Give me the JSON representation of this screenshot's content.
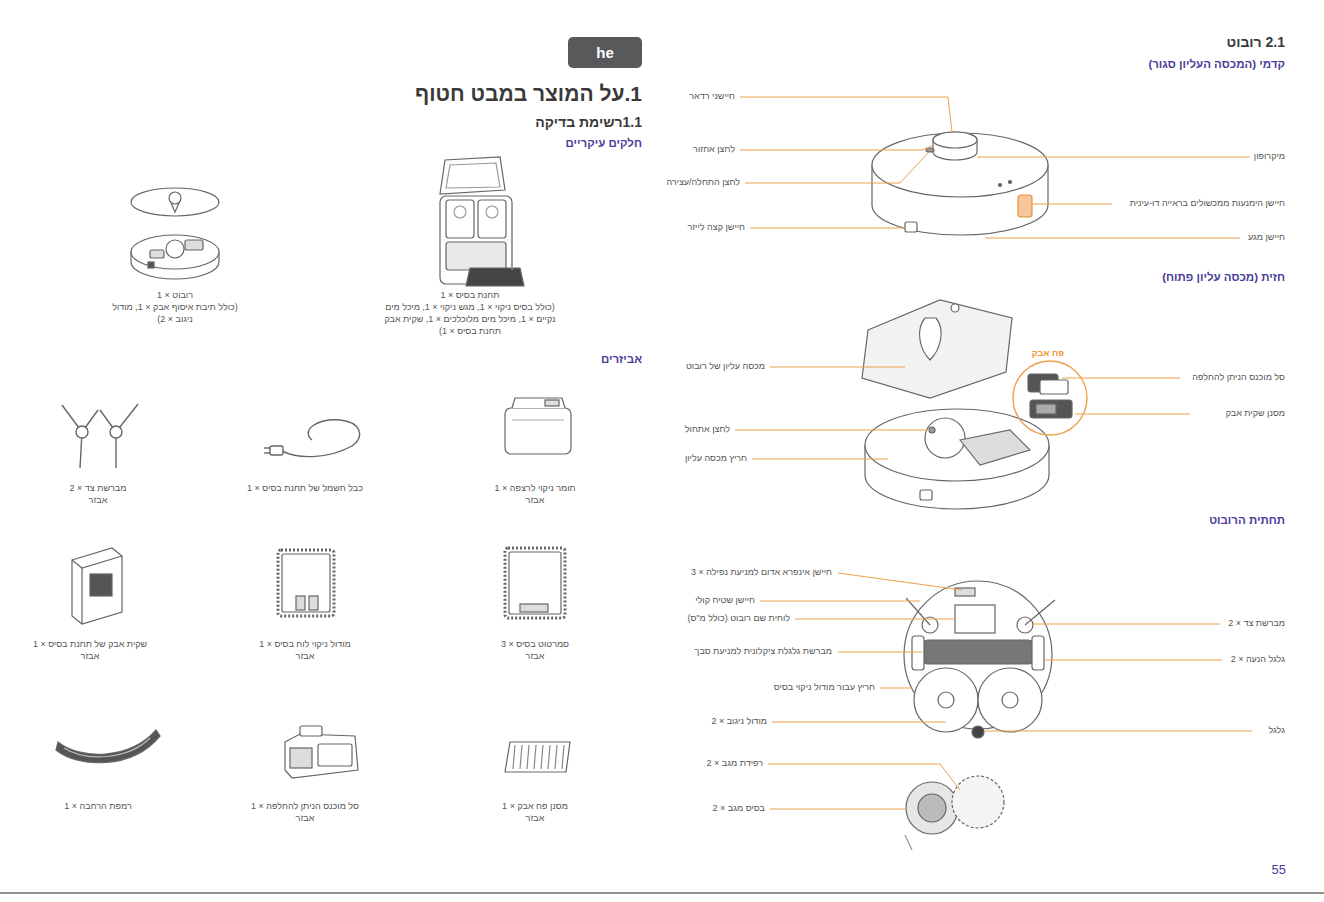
{
  "diagram": {
    "title": "1.על המוצר במבט חטוף",
    "nodes": [
      {
        "text": [
          "he"
        ]
      }
    ],
    "labels": [
      "1.1רשימת בדיקה",
      "חלקים עיקריים",
      "תחנת בסיס × 1",
      "(כולל בסיס ניקוי × 1, מגש ניקוי × 1, מיכל מים נקיים × 1, מיכל מים מלוכלכים × 1, שקית אבק תחנת בסיס × 1)",
      "רובוט × 1",
      "(כולל תיבת איסוף אבק × 1, מודול ניגוב × 2)",
      "אביזרים",
      "חומר ניקוי לרצפה × 1",
      "אבזר",
      "כבל חשמל של תחנת בסיס × 1",
      "מברשת צד × 2",
      "אבזר",
      "סמרטוט בסיס × 3",
      "אבזר",
      "מודול ניקוי לוח בסיס × 1",
      "אבזר",
      "שקית אבק של תחנת בסיס × 1",
      "אבזר",
      "מסנן פח אבק × 1",
      "אבזר",
      "סל מוכנס הניתן להחלפה × 1",
      "אבזר",
      "רמפת הרחבה × 1",
      "2.1 רובוט",
      "קדמי (המכסה העליון סגור)",
      "חיישני רדאר",
      "מיקרופון",
      "לחצן אחזור",
      "לחצן התחלה/עצירה",
      "חיישן הימנעות ממכשולים בראייה דו-עינית",
      "חיישן קצה לייזר",
      "חיישן מגע",
      "חזית (מכסה עליון פתוח)",
      "פח אבק",
      "מכסה עליון של רובוט",
      "סל מוכנס הניתן להחלפה",
      "מסנן שקית אבק",
      "לחצן אתחול",
      "חריץ מכסה עליון",
      "תחתית הרובוט",
      "חיישן אינפרא אדום למניעת נפילה × 3",
      "חיישן שטיח קולי",
      "לוחית שם רובוט (כולל מ\"ס)",
      "מברשת צד × 2",
      "מברשת גלגלת ציקלונית למניעת סבך",
      "גלגל הנעה × 2",
      "חריץ עבור מודול ניקוי בסיס",
      "מודול ניגוב × 2",
      "גלגל",
      "רפידת מגב × 2",
      "בסיס מגב × 2",
      "55"
    ]
  }
}
